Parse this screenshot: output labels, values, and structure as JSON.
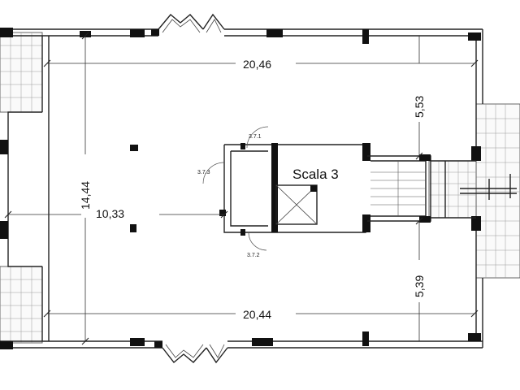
{
  "drawing": {
    "stair_label": "Scala 3",
    "dimensions": {
      "top_width": "20,46",
      "bottom_width": "20,44",
      "total_height": "14,44",
      "left_width": "10,33",
      "right_upper": "5,53",
      "right_lower": "5,39"
    },
    "door_labels": {
      "door_1": "3.7.1",
      "door_2": "3.7.2",
      "door_3": "3.7.3"
    }
  }
}
